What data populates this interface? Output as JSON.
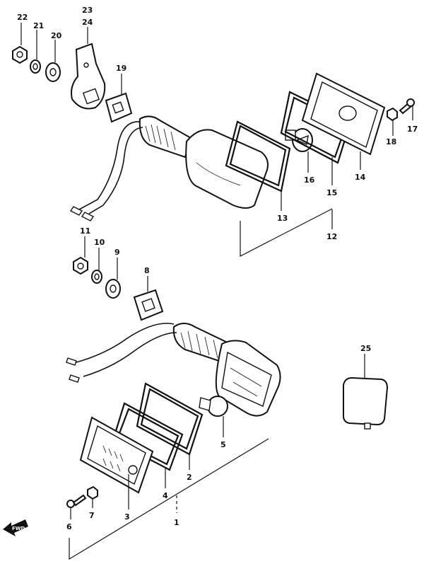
{
  "parts": {
    "p1": "1",
    "p2": "2",
    "p3": "3",
    "p4": "4",
    "p5": "5",
    "p6": "6",
    "p7": "7",
    "p8": "8",
    "p9": "9",
    "p10": "10",
    "p11": "11",
    "p12": "12",
    "p13": "13",
    "p14": "14",
    "p15": "15",
    "p16": "16",
    "p17": "17",
    "p18": "18",
    "p19": "19",
    "p20": "20",
    "p21": "21",
    "p22": "22",
    "p23": "23",
    "p24": "24",
    "p25": "25"
  },
  "forward_marker": "FWD"
}
